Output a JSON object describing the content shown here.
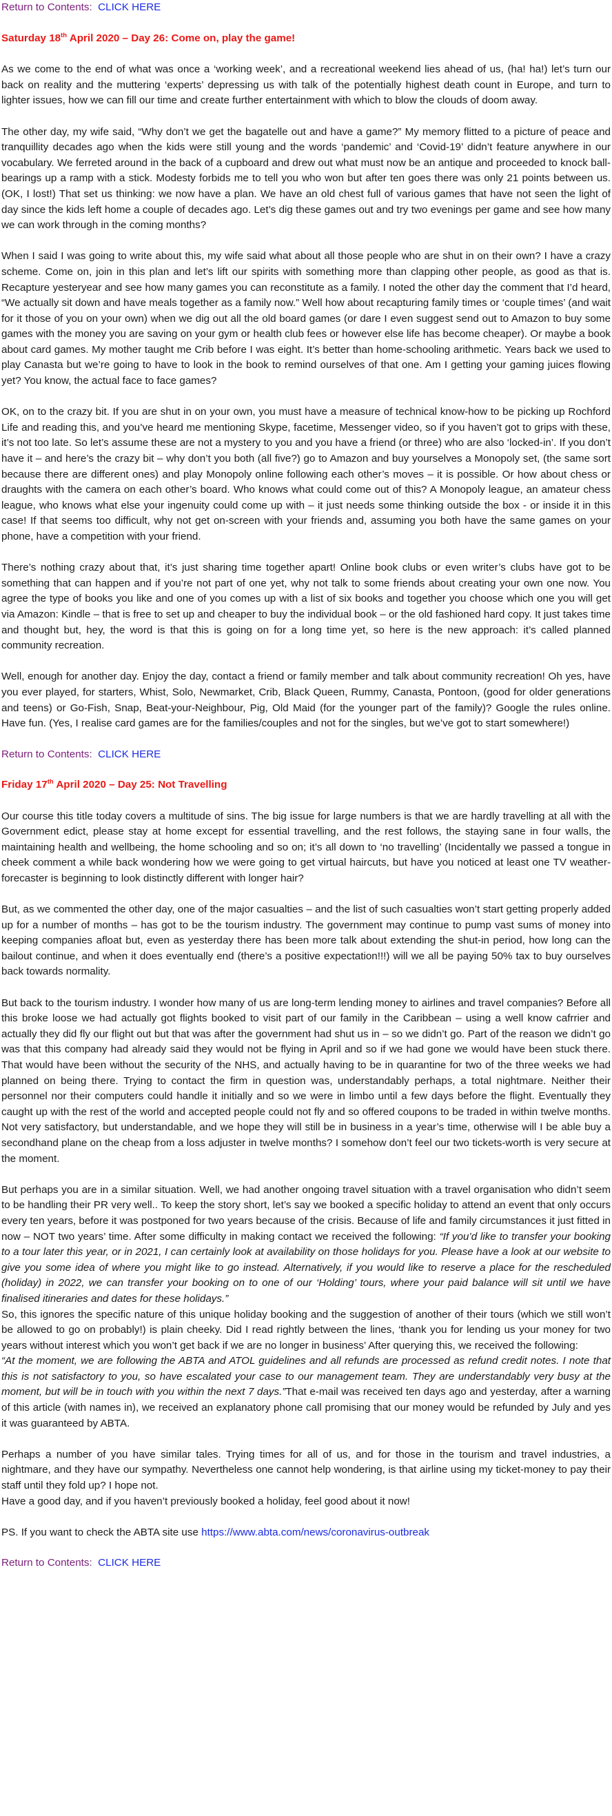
{
  "return_nav": {
    "label": "Return to Contents:",
    "link": "CLICK HERE"
  },
  "day26": {
    "heading_pre": "Saturday 18",
    "heading_sup": "th",
    "heading_post": " April 2020 –  Day 26: Come on, play the game!",
    "p1": "As we come to the end of what was once a ‘working week’, and a recreational weekend lies ahead of us, (ha! ha!) let’s turn our back on reality and the muttering ‘experts’ depressing us with talk of the potentially highest death count in Europe, and turn to lighter issues, how we can fill our time and create further entertainment with which to blow the clouds of doom away.",
    "p2": "The other day, my wife said, “Why don’t we get the bagatelle out and have a game?” My memory flitted to a picture of peace and tranquillity decades ago when the kids were still young and the words ‘pandemic’ and ‘Covid-19’ didn’t feature anywhere in our vocabulary. We ferreted around in the back of a cupboard and drew out what must now be an antique and proceeded to knock ball-bearings up a ramp with a stick. Modesty forbids me to tell you who won but after ten goes there was only 21 points between us. (OK, I lost!) That set us thinking: we now have a plan. We have an old chest full of various games that have not seen the light of day since the kids left home a couple of decades ago. Let’s dig these games out and try two evenings per game and see how many we can work through in the coming months?",
    "p3": "When I said I was going to write about this, my wife said what about all those people who are shut in on their own? I have a crazy scheme. Come on, join in this plan and let’s lift our spirits with something more than clapping other people, as good as that is. Recapture yesteryear and see how many games you can reconstitute as a family. I noted the other day the comment that I’d heard, “We actually sit down and have meals together as a family now.” Well how about recapturing family times or ‘couple times’ (and wait for it those of you on your own) when we dig out all the old board games (or dare I even suggest send out to Amazon to buy some games with the money you are saving on your gym or health club fees or however else life has become cheaper). Or maybe a book about card games. My mother taught me Crib before I was eight. It’s better than home-schooling arithmetic. Years back we used to play Canasta but we’re going to have to look in the book to remind ourselves of that one. Am I getting your gaming juices flowing yet? You know, the actual face to face games?",
    "p4": "OK, on to the crazy bit. If you are shut in on your own, you must have a measure of technical know-how to be picking up Rochford Life and reading this, and you’ve heard me mentioning Skype, facetime, Messenger video, so if you haven’t got to grips with these, it’s not too late. So let’s assume these are not a mystery to you and you have a friend (or three) who are also ‘locked-in’. If you don’t have it – and here’s the crazy bit – why don’t you both (all five?) go to Amazon and buy yourselves a Monopoly set, (the same sort because there are different ones) and play Monopoly online following each other’s moves – it is possible. Or how about chess or draughts with the camera on each other’s board. Who knows what could come out of this? A Monopoly league, an amateur chess league, who knows what else your ingenuity could come up with – it just needs some thinking outside the box - or inside it in this case!  If that seems too difficult, why not get on-screen with your friends and, assuming you both have the same games on your phone, have a competition with your friend.",
    "p5": "There’s nothing crazy about that, it’s just sharing time together apart! Online book clubs or even writer’s clubs have got to be something that can happen and if you’re not part of one yet, why not talk to some friends about creating your own one now. You agree the type of books you like and one of you comes up with a list of six books and together you choose which one you will get via Amazon: Kindle – that is free to set up and cheaper to buy the individual book – or the old fashioned hard copy. It just takes time and thought but, hey, the word is that this is going on for a long time yet, so here is the new approach: it’s called planned community recreation.",
    "p6": "Well, enough for another day. Enjoy the day, contact a friend or family member and talk about community recreation!  Oh yes, have you ever played, for starters, Whist, Solo, Newmarket, Crib, Black Queen, Rummy, Canasta, Pontoon, (good for older generations and teens) or Go-Fish, Snap, Beat-your-Neighbour, Pig, Old Maid (for the younger part of the family)? Google the rules online. Have fun. (Yes, I realise card games are for the families/couples and not for the singles, but we’ve got to start somewhere!)"
  },
  "day25": {
    "heading_pre": "Friday 17",
    "heading_sup": "th",
    "heading_post": " April 2020 – Day 25: Not Travelling",
    "p1": "Our course this title today covers a multitude of sins. The big issue for large numbers is that we are hardly travelling at all with the Government edict, please stay at home except for essential travelling, and the rest follows, the staying sane in four walls, the maintaining health and wellbeing, the home schooling and so on; it’s all down to ‘no travelling’ (Incidentally we passed a tongue in cheek comment a while back wondering how we were going to get virtual haircuts, but have you noticed at least one TV weather-forecaster is beginning to look distinctly different with longer hair?",
    "p2": "But, as we commented the other day, one of the major casualties – and the list of such casualties won’t start getting properly added up for a number of months – has got to be the tourism industry. The government may continue to pump vast sums of money into keeping companies afloat but, even as yesterday there has been more talk about extending the shut-in period, how long can the bailout continue, and when it does eventually end (there’s a positive expectation!!!) will we all be paying 50% tax to buy ourselves back towards normality.",
    "p3": "But back to the tourism industry. I wonder how many of us are long-term lending money to airlines and travel companies? Before all this broke loose we had actually got flights booked to visit part of our family in the Caribbean – using a well know cafrrier and actually they did fly our flight out but that was after the government had shut us in – so we didn’t go. Part of the reason we didn’t go was that this company had already said they would not be flying in April and so if we had gone we would have been stuck there. That would have been without the security of the NHS, and actually having to be in quarantine for two of the three weeks we had planned on being there. Trying to contact the firm in question was, understandably perhaps, a total nightmare. Neither their personnel nor their computers could handle it initially and so we were in limbo until a few days before the flight. Eventually they caught up with the rest of the world and accepted people could not fly and so offered coupons to be traded in within twelve months. Not very satisfactory, but understandable, and we hope they will still be in business in a year’s time, otherwise will I be able buy a secondhand plane on the cheap from a loss adjuster in twelve months? I somehow don’t feel our two tickets-worth is very secure at the moment.",
    "p4_lead": "But perhaps you are in a similar situation. Well, we had another ongoing travel situation with a travel organisation who didn’t seem to be handling their PR very well.. To keep the story short, let’s say we booked a specific holiday to attend an event that only occurs every ten years, before it was postponed for two years because of the crisis. Because of life and family circumstances it just fitted in now – NOT two years’ time. After some difficulty in making contact we received the following: ",
    "p4_quote": "“If you’d like to transfer your booking to a tour later this year, or in 2021, I can certainly look at availability on those holidays for you. Please have a look at our website to give you some idea of where you might like to go instead. Alternatively, if you would like to reserve a place for the rescheduled (holiday) in 2022, we can transfer your booking on to one of our ‘Holding’ tours, where your paid balance will sit until we have finalised itineraries and dates for these holidays.”",
    "p5": "So, this ignores the specific nature of this unique holiday booking and the suggestion of another of their tours (which we still won’t be allowed to go on probably!) is plain cheeky.  Did I read rightly between the lines, ‘thank you for lending us your money for two years without interest which you won’t get back if we are no longer in business’ After querying this, we received the following:",
    "p6_quote": "“At the moment, we are following the ABTA and ATOL guidelines and all refunds are processed as refund credit notes. I note that this is not satisfactory to you, so have escalated your case to our management team. They are understandably very busy at the moment, but will be in touch with you within the next 7 days.”",
    "p6_tail": "That e-mail was received ten days ago and yesterday, after a warning of this article (with names in), we received an explanatory phone call promising that our money would be refunded by July and yes it was guaranteed by ABTA.",
    "p7": "Perhaps a number of you have similar tales. Trying times for all of us, and for those in the tourism and travel industries, a nightmare, and they have our sympathy. Nevertheless one cannot help wondering, is that airline using my ticket-money to pay their staff until they fold up? I hope not.",
    "p8": "Have a good day, and if you haven’t previously booked a holiday, feel good about it now!",
    "ps_pre": "PS. If you want to check the ABTA site use ",
    "ps_link": "https://www.abta.com/news/coronavirus-outbreak"
  },
  "colors": {
    "heading": "#e81a16",
    "link": "#1b2be0",
    "return_label": "#7a1f7a",
    "text": "#1a1a1a"
  }
}
